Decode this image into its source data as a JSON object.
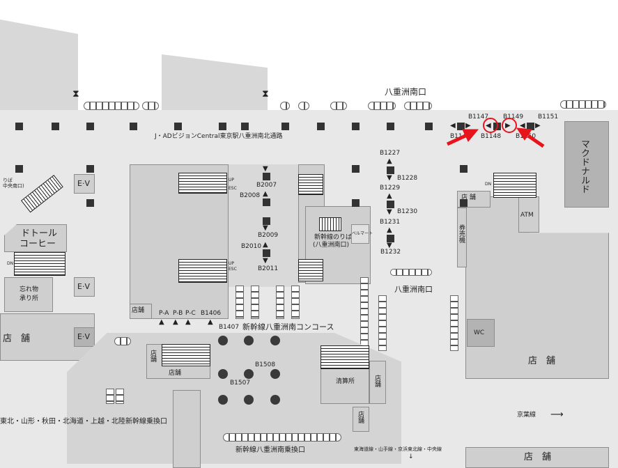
{
  "areas": {
    "yaesu_south_exit_top": "八重洲南口",
    "yaesu_south_exit_mid": "八重洲南口",
    "jad_passage": "J・ADビジョンCentral東京駅八重洲南北通路",
    "mcdonalds": "マクドナルド",
    "atm": "ATM",
    "wc": "WC",
    "ticket_machine": "券売機",
    "shinkansen_platforms": "新幹線のりば",
    "shinkansen_platforms_sub": "(八重洲南口)",
    "shinkansen_concourse": "新幹線八重洲南コンコース",
    "shinkansen_transfer_south": "新幹線八重洲南乗換口",
    "tohoku_transfer": "東北・山形・秋田・北海道・上越・北陸新幹線乗換口",
    "keiyo_line": "京葉線",
    "keiyo_arrow": "⟶",
    "tokaido_lines": "東海道線・山手線・京浜東北線・中央線",
    "tokaido_arrow": "↓",
    "seisanjo": "清算所",
    "doutor1": "ドトール",
    "doutor2": "コーヒー",
    "lost1": "忘れ物",
    "lost2": "承り所",
    "riba1": "りば",
    "riba2": "中央南口)",
    "bellmark": "ベルマート",
    "pa": "P-A",
    "pb": "P-B",
    "pc": "P-C"
  },
  "shops": {
    "left_bottom": "店　舗",
    "right_bottom": "店　舗",
    "bottom_right": "店　舗",
    "right_upper": "店 舗",
    "small_tenpo": "店舗",
    "concourse_left_v": "店舗",
    "concourse_left_h": "店舗",
    "seisan_v": "店舗",
    "lower_v": "店舗"
  },
  "ev": [
    "E·V",
    "E·V",
    "E·V"
  ],
  "exit_codes": {
    "B1147": "B1147",
    "B1148": "B1148",
    "B1149": "B1149",
    "B1150": "B1150",
    "B1151": "B1151",
    "B1146": "B1146",
    "B1227": "B1227",
    "B1228": "B1228",
    "B1229": "B1229",
    "B1230": "B1230",
    "B1231": "B1231",
    "B1232": "B1232",
    "B2007": "B2007",
    "B2008": "B2008",
    "B2009": "B2009",
    "B2010": "B2010",
    "B2011": "B2011",
    "B1406": "B1406",
    "B1407": "B1407",
    "B1507": "B1507",
    "B1508": "B1508"
  },
  "signs": {
    "up": "UP",
    "esc": "ESC",
    "dn": "DN"
  },
  "annotation_color": "#e8141b"
}
